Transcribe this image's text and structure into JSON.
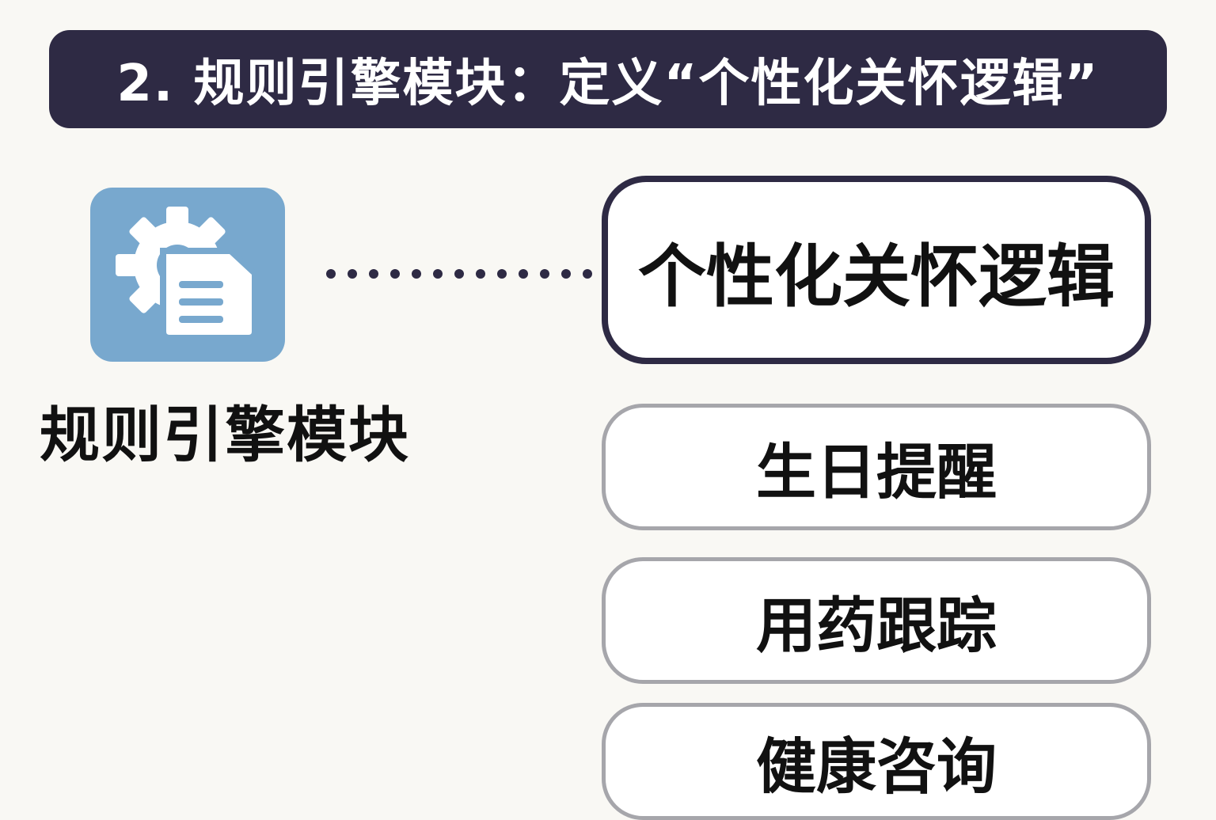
{
  "header": {
    "title": "2. 规则引擎模块：定义“个性化关怀逻辑”"
  },
  "module": {
    "icon": "gear-document-icon",
    "label": "规则引擎模块"
  },
  "logic": {
    "main_label": "个性化关怀逻辑",
    "items": [
      {
        "label": "生日提醒"
      },
      {
        "label": "用药跟踪"
      },
      {
        "label": "健康咨询"
      }
    ]
  },
  "colors": {
    "header_bg": "#2e2a44",
    "icon_bg": "#78a8ce",
    "main_border": "#2e2a44",
    "sub_border": "#a6a6ab",
    "page_bg": "#f9f8f4"
  }
}
